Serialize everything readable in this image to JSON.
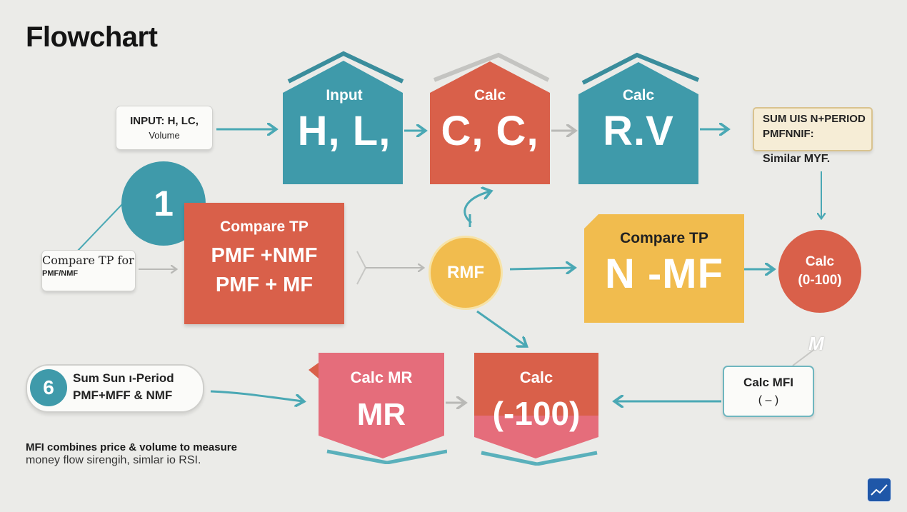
{
  "title": "Flowchart",
  "colors": {
    "teal": "#3f9aaa",
    "orange": "#d9604a",
    "gold": "#f1bc4e",
    "pink": "#e56d7b",
    "cream": "#f6edd6",
    "arrow": "#4aa8b4"
  },
  "nodes": {
    "input_note": {
      "line1": "INPUT: H, LC,",
      "line2": "Volume"
    },
    "house_input": {
      "small": "Input",
      "big": "H, L,"
    },
    "house_calc1": {
      "small": "Calc",
      "big": "C, C,"
    },
    "house_calc2": {
      "small": "Calc",
      "big": "R.V"
    },
    "sum_note": {
      "line1": "SUM UIS N+PERIOD",
      "line2": "PMFNNIF:",
      "caption": "Similar MYF."
    },
    "step_circle": {
      "label": "1"
    },
    "compare_left_note": {
      "line1": "Compare TP for",
      "line2": "PMF/NMF"
    },
    "compare_box_left": {
      "line1": "Compare TP",
      "line2": "PMF +NMF",
      "line3": "PMF +  MF"
    },
    "rmf_circle": {
      "label": "RMF"
    },
    "compare_box_right": {
      "line1": "Compare  TP",
      "line2": "N -MF"
    },
    "calc_circle": {
      "line1": "Calc",
      "line2": "(0-100)"
    },
    "sum_pill": {
      "number": "6",
      "line1": "Sum Sun ı-Period",
      "line2": "PMF+MFF & NMF"
    },
    "calc_mr": {
      "line1": "Calc MR",
      "line2": "MR"
    },
    "calc_final": {
      "line1": "Calc",
      "line2": "(-100)"
    },
    "calc_mfi_note": {
      "line1": "Calc MFI",
      "line2": "( – )",
      "mark": "M"
    }
  },
  "footer": {
    "line1": "MFI combines price & volume to measure",
    "line2": "money flow sirengih, simlar io RSI."
  },
  "icons": {
    "corner_logo": "trend-chart-icon"
  }
}
